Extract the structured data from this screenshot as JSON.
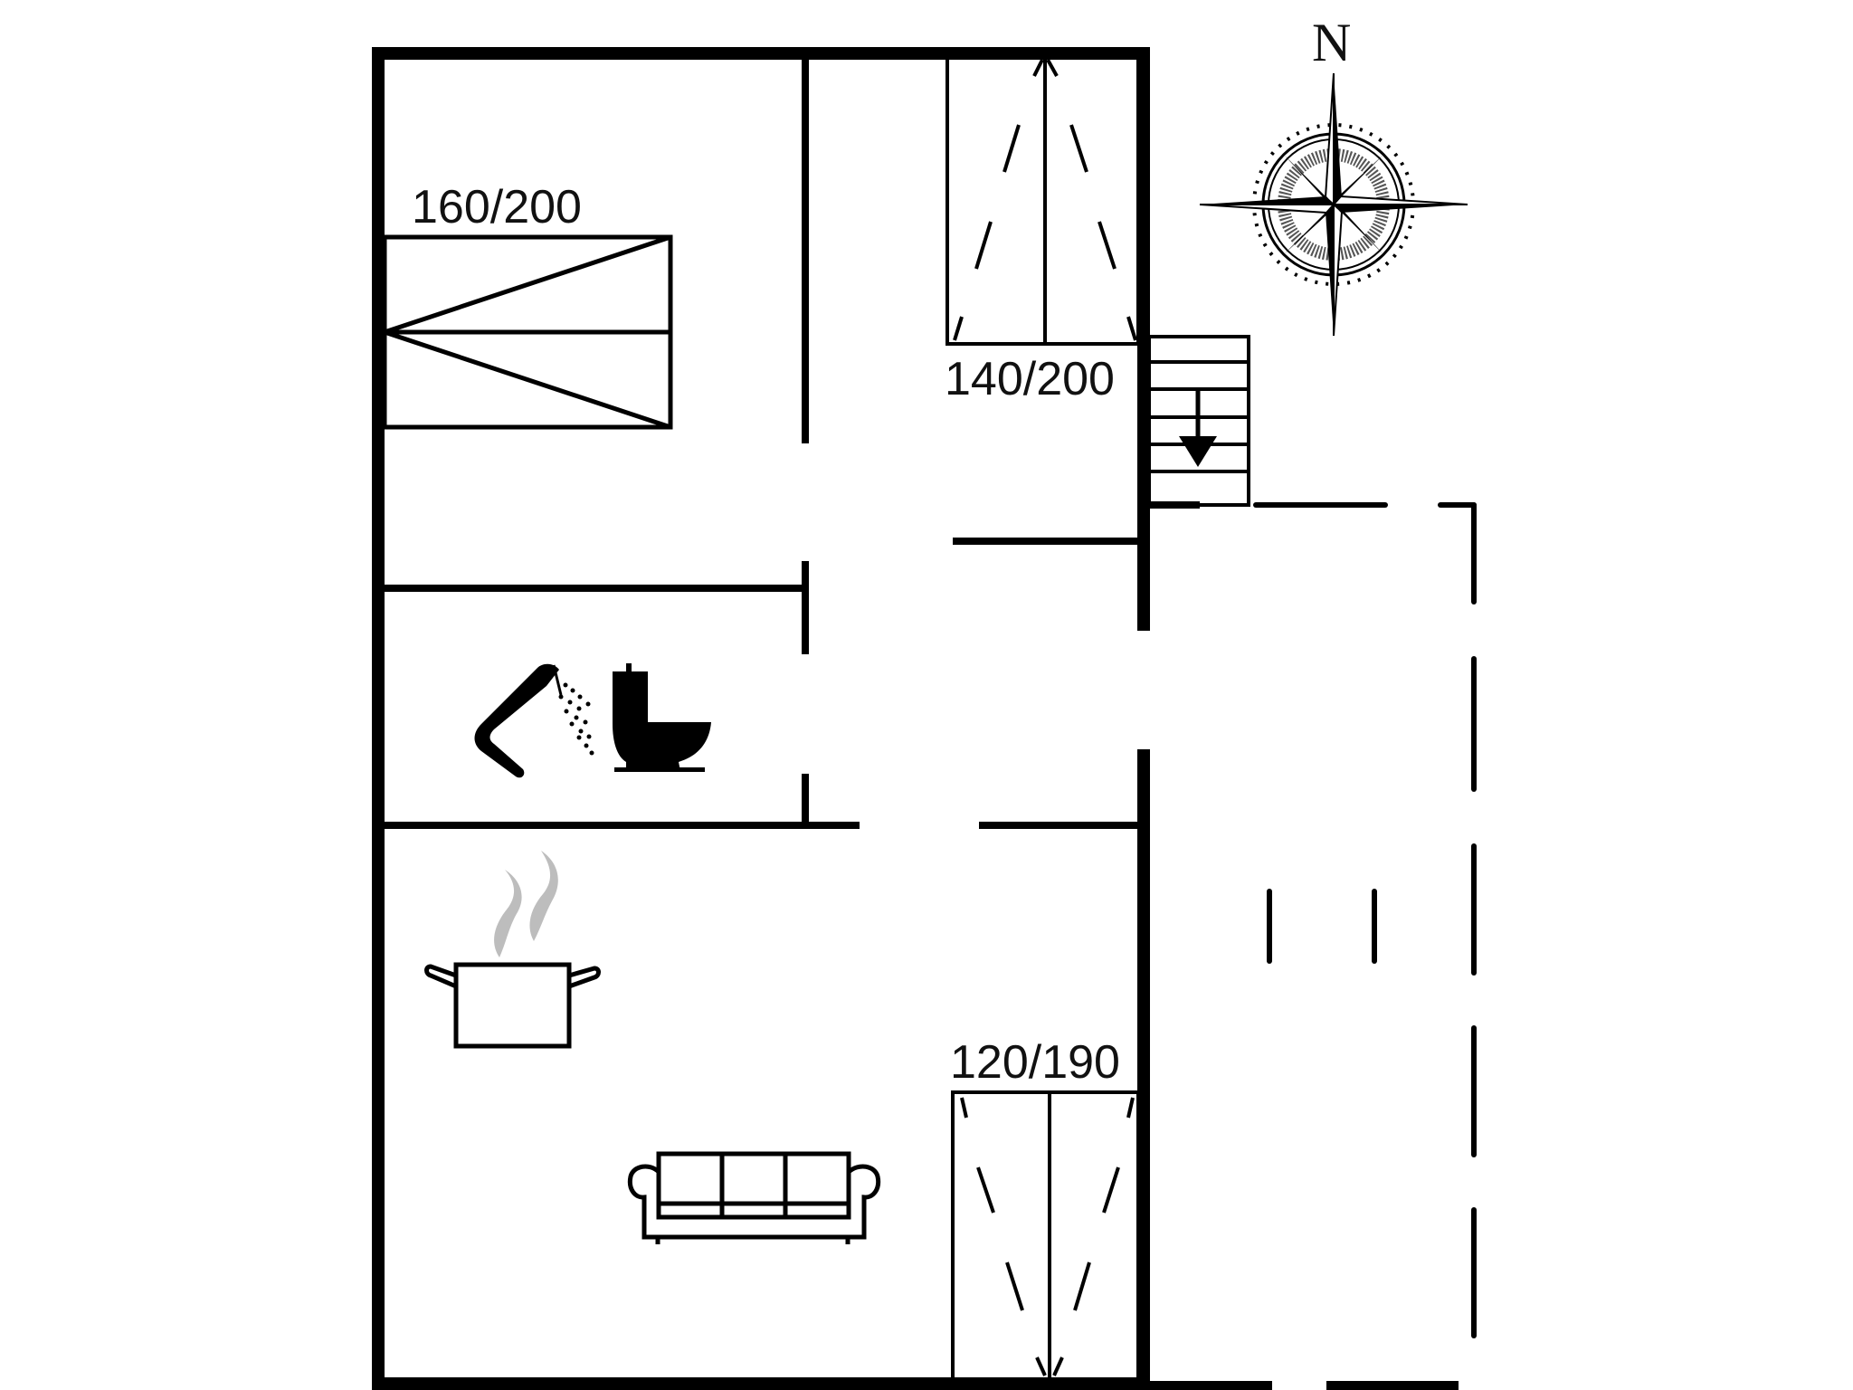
{
  "floorplan": {
    "type": "apartment floor plan",
    "colors": {
      "wall": "#000000",
      "background": "#ffffff",
      "steam": "#bdbdbd"
    },
    "compass": {
      "north_label": "N",
      "icon": "compass-rose-icon"
    },
    "rooms": [
      {
        "name": "bedroom-1",
        "bed_label": "160/200",
        "bed_icon": "double-bed-icon"
      },
      {
        "name": "bedroom-2",
        "bed_label": "140/200",
        "bed_icon": "double-bed-icon"
      },
      {
        "name": "bathroom",
        "icons": [
          "shower-icon",
          "toilet-icon"
        ]
      },
      {
        "name": "kitchen-living",
        "icons": [
          "cooking-pot-icon",
          "sofa-icon"
        ]
      },
      {
        "name": "living-sleeping-area",
        "bed_label": "120/190",
        "bed_icon": "double-bed-icon"
      },
      {
        "name": "terrace",
        "outline": "dashed"
      }
    ],
    "stairs": {
      "direction": "down",
      "icon": "stairs-down-arrow-icon",
      "steps": 6
    }
  }
}
